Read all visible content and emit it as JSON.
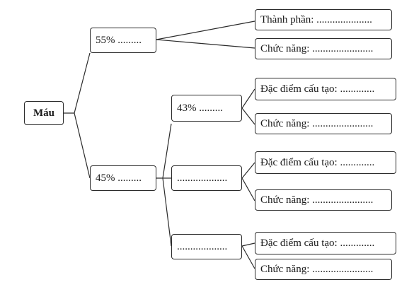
{
  "root": {
    "label": "Máu"
  },
  "branch_a": {
    "label": "55% .........",
    "leaves": [
      "Thành phần: .....................",
      "Chức năng: ......................."
    ]
  },
  "branch_b": {
    "label": "45% .........",
    "sub1": {
      "label": "43% .........",
      "leaves": [
        "Đặc điểm cấu tạo: .............",
        "Chức năng: ......................."
      ]
    },
    "sub2": {
      "label": "...................",
      "leaves": [
        "Đặc điểm cấu tạo: .............",
        "Chức năng: ......................."
      ]
    },
    "sub3": {
      "label": "...................",
      "leaves": [
        "Đặc điểm cấu tạo: .............",
        "Chức năng: ......................."
      ]
    }
  }
}
